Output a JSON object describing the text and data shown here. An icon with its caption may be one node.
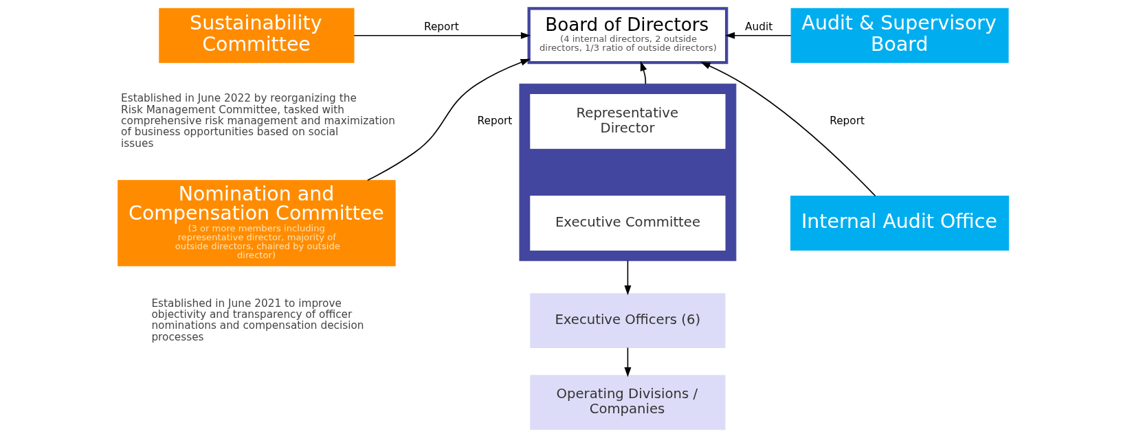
{
  "diagram": {
    "nodes": [
      {
        "text": [
          "Sustainability Committee"
        ],
        "beside": [
          "Established in June 2022 by reorganizing the Risk Management Committee, tasked with comprehensive risk management and maximization of business opportunities based on social issues"
        ]
      },
      {
        "text": [
          "Nomination and Compensation Committee",
          "(3 or more members including representative director, majority of outside directors, chaired by outside director)"
        ],
        "beside": [
          "Established in June 2021 to improve objectivity and transparency of officer nominations and compensation decision processes"
        ]
      },
      {
        "text": [
          "Board of Directors",
          "(4 internal directors, 2 outside directors, 1/3 ratio of outside directors)"
        ]
      },
      {
        "text": [
          "Audit & Supervisory Board"
        ]
      },
      {
        "text": [],
        "shape": "box"
      },
      {
        "text": [
          "Representative Director"
        ],
        "in": 4
      },
      {
        "text": [
          "Executive Committee"
        ],
        "in": 4
      },
      {
        "text": [
          "Internal Audit Office"
        ]
      },
      {
        "text": [
          "Executive Officers (6)"
        ]
      },
      {
        "text": [
          "Operating Divisions / Companies"
        ]
      }
    ],
    "edges": [
      {
        "from": 0,
        "to": 2,
        "arrow": "to",
        "label": "Report"
      },
      {
        "from": 1,
        "to": 2,
        "arrow": "to",
        "label": "Report"
      },
      {
        "from": 3,
        "to": 2,
        "arrow": "to",
        "label": "Audit"
      },
      {
        "from": 7,
        "to": 2,
        "arrow": "to",
        "label": "Report"
      },
      {
        "from": 4,
        "to": 2,
        "arrow": "to"
      },
      {
        "from": 4,
        "to": 8,
        "arrow": "to"
      },
      {
        "from": 8,
        "to": 9,
        "arrow": "to"
      }
    ]
  }
}
